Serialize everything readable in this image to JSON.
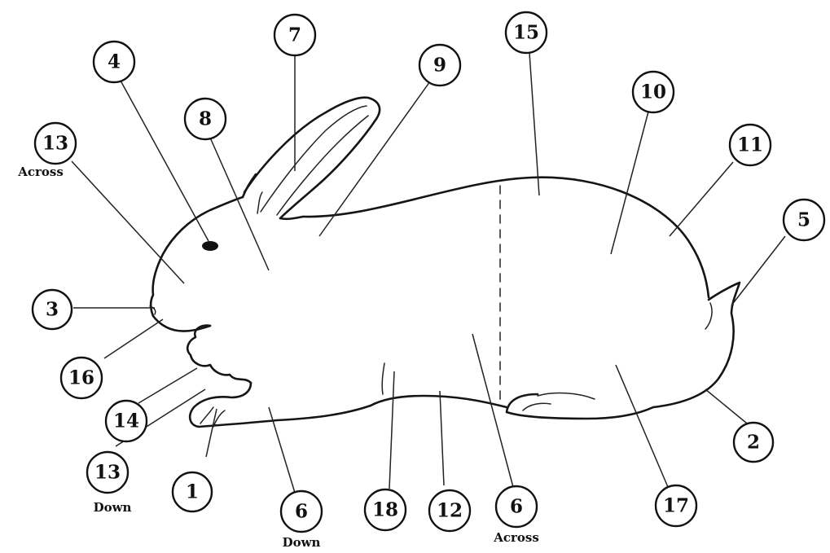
{
  "labels": [
    {
      "number": "1",
      "caption": ""
    },
    {
      "number": "2",
      "caption": ""
    },
    {
      "number": "3",
      "caption": ""
    },
    {
      "number": "4",
      "caption": ""
    },
    {
      "number": "5",
      "caption": ""
    },
    {
      "number": "6",
      "caption": "Down"
    },
    {
      "number": "6",
      "caption": "Across"
    },
    {
      "number": "7",
      "caption": ""
    },
    {
      "number": "8",
      "caption": ""
    },
    {
      "number": "9",
      "caption": ""
    },
    {
      "number": "10",
      "caption": ""
    },
    {
      "number": "11",
      "caption": ""
    },
    {
      "number": "12",
      "caption": ""
    },
    {
      "number": "13",
      "caption": "Across"
    },
    {
      "number": "13",
      "caption": "Down"
    },
    {
      "number": "14",
      "caption": ""
    },
    {
      "number": "15",
      "caption": ""
    },
    {
      "number": "16",
      "caption": ""
    },
    {
      "number": "17",
      "caption": ""
    },
    {
      "number": "18",
      "caption": ""
    }
  ]
}
